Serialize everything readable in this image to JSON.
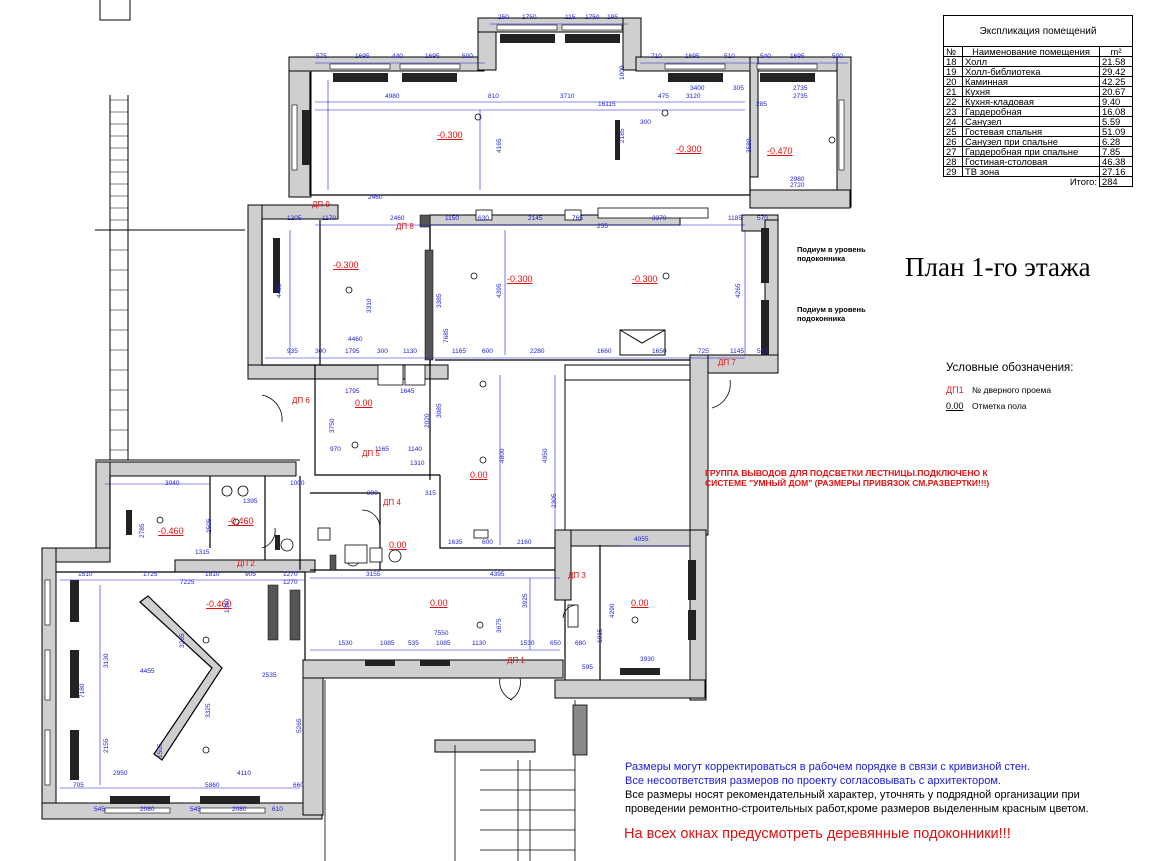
{
  "title": "План 1-го этажа",
  "explication": {
    "heading": "Экспликация помещений",
    "col_no": "№",
    "col_name": "Наименование помещения",
    "col_area": "m²",
    "rows": [
      {
        "no": "18",
        "name": "Холл",
        "area": "21.58"
      },
      {
        "no": "19",
        "name": "Холл-библиотека",
        "area": "29.42"
      },
      {
        "no": "20",
        "name": "Каминная",
        "area": "42.25"
      },
      {
        "no": "21",
        "name": "Кухня",
        "area": "20.67"
      },
      {
        "no": "22",
        "name": "Кухня-кладовая",
        "area": "9.40"
      },
      {
        "no": "23",
        "name": "Гардеробная",
        "area": "16.08"
      },
      {
        "no": "24",
        "name": "Санузел",
        "area": "5.59"
      },
      {
        "no": "25",
        "name": "Гостевая спальня",
        "area": "51.09"
      },
      {
        "no": "26",
        "name": "Санузел при спальне",
        "area": "6.28"
      },
      {
        "no": "27",
        "name": "Гардеробная при спальне",
        "area": "7.85"
      },
      {
        "no": "28",
        "name": "Гостиная-столовая",
        "area": "46.38"
      },
      {
        "no": "29",
        "name": "ТВ зона",
        "area": "27.16"
      }
    ],
    "total_label": "Итого:",
    "total_value": "284"
  },
  "legend": {
    "title": "Условные обозначения:",
    "door_key": "ДП1",
    "door_text": "№ дверного проема",
    "level_key": "0.00",
    "level_text": "Отметка пола"
  },
  "podium_note_1": "Подиум в уровень подоконника",
  "podium_note_2": "Подиум в уровень подоконника",
  "red_caption": "ГРУППА ВЫВОДОВ ДЛЯ ПОДСВЕТКИ ЛЕСТНИЦЫ.ПОДКЛЮЧЕНО К СИСТЕМЕ \"УМНЫЙ ДОМ\" (РАЗМЕРЫ ПРИВЯЗОК СМ.РАЗВЕРТКИ!!!)",
  "notes_blue": [
    "Размеры могут корректироваться в рабочем порядке в связи с кривизной стен.",
    "Все несоответствия размеров по проекту согласовывать с архитектором."
  ],
  "notes_black": [
    "Все размеры носят рекомендательный характер, уточнять у подрядной организации при",
    "проведении ремонтно-строительных работ,кроме размеров выделенным красным цветом."
  ],
  "note_red": "На всех окнах предусмотреть деревянные подоконники!!!",
  "colors": {
    "dimension": "#1a1adc",
    "level": "#e01010",
    "wall": "#c8c8c8",
    "radiator": "#222222"
  },
  "levels": [
    {
      "id": "lvl-library",
      "text": "-0.300"
    },
    {
      "id": "lvl-fireplace",
      "text": "-0.300"
    },
    {
      "id": "lvl-corner",
      "text": "-0.470"
    },
    {
      "id": "lvl-hall-left",
      "text": "-0.300"
    },
    {
      "id": "lvl-living-mid",
      "text": "-0.300"
    },
    {
      "id": "lvl-living-right",
      "text": "-0.300"
    },
    {
      "id": "lvl-vestibule",
      "text": "0.00"
    },
    {
      "id": "lvl-stair-hall",
      "text": "0.00"
    },
    {
      "id": "lvl-wardrobe-left",
      "text": "-0.460"
    },
    {
      "id": "lvl-wardrobe-small",
      "text": "-0.460"
    },
    {
      "id": "lvl-bedroom",
      "text": "-0.460"
    },
    {
      "id": "lvl-hall-bottom",
      "text": "0.00"
    },
    {
      "id": "lvl-kitchen",
      "text": "0.00"
    },
    {
      "id": "lvl-bath",
      "text": "0.00"
    }
  ],
  "doors": [
    {
      "id": "dp9",
      "text": "ДП 9"
    },
    {
      "id": "dp8",
      "text": "ДП 8"
    },
    {
      "id": "dp7",
      "text": "ДП 7"
    },
    {
      "id": "dp6",
      "text": "ДП 6"
    },
    {
      "id": "dp5",
      "text": "ДП 5"
    },
    {
      "id": "dp4",
      "text": "ДП 4"
    },
    {
      "id": "dp3",
      "text": "ДП 3"
    },
    {
      "id": "dp2",
      "text": "ДП 2"
    },
    {
      "id": "dp1",
      "text": "ДП 1"
    }
  ],
  "dims": [
    {
      "id": "d1",
      "text": "250"
    },
    {
      "id": "d2",
      "text": "1750"
    },
    {
      "id": "d3",
      "text": "115"
    },
    {
      "id": "d4",
      "text": "1750"
    },
    {
      "id": "d5",
      "text": "195"
    },
    {
      "id": "d6",
      "text": "575"
    },
    {
      "id": "d7",
      "text": "1695"
    },
    {
      "id": "d8",
      "text": "440"
    },
    {
      "id": "d9",
      "text": "1695"
    },
    {
      "id": "d10",
      "text": "500"
    },
    {
      "id": "d11",
      "text": "710"
    },
    {
      "id": "d12",
      "text": "1695"
    },
    {
      "id": "d13",
      "text": "510"
    },
    {
      "id": "d14",
      "text": "540"
    },
    {
      "id": "d15",
      "text": "1695"
    },
    {
      "id": "d16",
      "text": "500"
    },
    {
      "id": "d17",
      "text": "4980"
    },
    {
      "id": "d18",
      "text": "810"
    },
    {
      "id": "d19",
      "text": "3710"
    },
    {
      "id": "d20",
      "text": "3400"
    },
    {
      "id": "d21",
      "text": "305"
    },
    {
      "id": "d22",
      "text": "2735"
    },
    {
      "id": "d23",
      "text": "16115"
    },
    {
      "id": "d24",
      "text": "475"
    },
    {
      "id": "d25",
      "text": "3120"
    },
    {
      "id": "d26",
      "text": "2735"
    },
    {
      "id": "d27",
      "text": "285"
    },
    {
      "id": "d28",
      "text": "4165"
    },
    {
      "id": "d29",
      "text": "2185"
    },
    {
      "id": "d30",
      "text": "300"
    },
    {
      "id": "d31",
      "text": "3580"
    },
    {
      "id": "d32",
      "text": "1000"
    },
    {
      "id": "d33",
      "text": "2980"
    },
    {
      "id": "d34",
      "text": "2720"
    },
    {
      "id": "d35",
      "text": "2460"
    },
    {
      "id": "d36",
      "text": "1205"
    },
    {
      "id": "d37",
      "text": "1170"
    },
    {
      "id": "d38",
      "text": "2460"
    },
    {
      "id": "d39",
      "text": "1150"
    },
    {
      "id": "d40",
      "text": "630"
    },
    {
      "id": "d41",
      "text": "2145"
    },
    {
      "id": "d42",
      "text": "765"
    },
    {
      "id": "d43",
      "text": "3370"
    },
    {
      "id": "d44",
      "text": "1185"
    },
    {
      "id": "d45",
      "text": "570"
    },
    {
      "id": "d46",
      "text": "255"
    },
    {
      "id": "d47",
      "text": "4485"
    },
    {
      "id": "d48",
      "text": "3310"
    },
    {
      "id": "d49",
      "text": "3385"
    },
    {
      "id": "d50",
      "text": "4395"
    },
    {
      "id": "d51",
      "text": "7685"
    },
    {
      "id": "d52",
      "text": "4265"
    },
    {
      "id": "d53",
      "text": "4460"
    },
    {
      "id": "d54",
      "text": "935"
    },
    {
      "id": "d55",
      "text": "300"
    },
    {
      "id": "d56",
      "text": "1795"
    },
    {
      "id": "d57",
      "text": "300"
    },
    {
      "id": "d58",
      "text": "1130"
    },
    {
      "id": "d59",
      "text": "1165"
    },
    {
      "id": "d60",
      "text": "600"
    },
    {
      "id": "d61",
      "text": "2280"
    },
    {
      "id": "d62",
      "text": "1660"
    },
    {
      "id": "d63",
      "text": "1650"
    },
    {
      "id": "d64",
      "text": "725"
    },
    {
      "id": "d65",
      "text": "1145"
    },
    {
      "id": "d66",
      "text": "565"
    },
    {
      "id": "d67",
      "text": "1795"
    },
    {
      "id": "d68",
      "text": "1645"
    },
    {
      "id": "d69",
      "text": "3085"
    },
    {
      "id": "d70",
      "text": "2020"
    },
    {
      "id": "d71",
      "text": "3750"
    },
    {
      "id": "d72",
      "text": "970"
    },
    {
      "id": "d73",
      "text": "1165"
    },
    {
      "id": "d74",
      "text": "1140"
    },
    {
      "id": "d75",
      "text": "1310"
    },
    {
      "id": "d76",
      "text": "4800"
    },
    {
      "id": "d77",
      "text": "4950"
    },
    {
      "id": "d78",
      "text": "2305"
    },
    {
      "id": "d79",
      "text": "3040"
    },
    {
      "id": "d80",
      "text": "1395"
    },
    {
      "id": "d81",
      "text": "1000"
    },
    {
      "id": "d82",
      "text": "2785"
    },
    {
      "id": "d83",
      "text": "2505"
    },
    {
      "id": "d84",
      "text": "1315"
    },
    {
      "id": "d85",
      "text": "890"
    },
    {
      "id": "d86",
      "text": "315"
    },
    {
      "id": "d87",
      "text": "1635"
    },
    {
      "id": "d88",
      "text": "600"
    },
    {
      "id": "d89",
      "text": "2160"
    },
    {
      "id": "d90",
      "text": "4055"
    },
    {
      "id": "d91",
      "text": "1510"
    },
    {
      "id": "d92",
      "text": "1725"
    },
    {
      "id": "d93",
      "text": "1810"
    },
    {
      "id": "d94",
      "text": "905"
    },
    {
      "id": "d95",
      "text": "1270"
    },
    {
      "id": "d96",
      "text": "7225"
    },
    {
      "id": "d97",
      "text": "1270"
    },
    {
      "id": "d98",
      "text": "3155"
    },
    {
      "id": "d99",
      "text": "4395"
    },
    {
      "id": "d100",
      "text": "3925"
    },
    {
      "id": "d101",
      "text": "3675"
    },
    {
      "id": "d102",
      "text": "1815"
    },
    {
      "id": "d103",
      "text": "4290"
    },
    {
      "id": "d104",
      "text": "3265"
    },
    {
      "id": "d105",
      "text": "3130"
    },
    {
      "id": "d106",
      "text": "4455"
    },
    {
      "id": "d107",
      "text": "2535"
    },
    {
      "id": "d108",
      "text": "7180"
    },
    {
      "id": "d109",
      "text": "3325"
    },
    {
      "id": "d110",
      "text": "1505"
    },
    {
      "id": "d111",
      "text": "5265"
    },
    {
      "id": "d112",
      "text": "7550"
    },
    {
      "id": "d113",
      "text": "1530"
    },
    {
      "id": "d114",
      "text": "1085"
    },
    {
      "id": "d115",
      "text": "535"
    },
    {
      "id": "d116",
      "text": "1085"
    },
    {
      "id": "d117",
      "text": "1130"
    },
    {
      "id": "d118",
      "text": "1530"
    },
    {
      "id": "d119",
      "text": "650"
    },
    {
      "id": "d120",
      "text": "680"
    },
    {
      "id": "d121",
      "text": "3930"
    },
    {
      "id": "d122",
      "text": "595"
    },
    {
      "id": "d123",
      "text": "2950"
    },
    {
      "id": "d124",
      "text": "4110"
    },
    {
      "id": "d125",
      "text": "705"
    },
    {
      "id": "d126",
      "text": "5860"
    },
    {
      "id": "d127",
      "text": "660"
    },
    {
      "id": "d128",
      "text": "545"
    },
    {
      "id": "d129",
      "text": "2080"
    },
    {
      "id": "d130",
      "text": "545"
    },
    {
      "id": "d131",
      "text": "2080"
    },
    {
      "id": "d132",
      "text": "610"
    },
    {
      "id": "d133",
      "text": "2155"
    },
    {
      "id": "d134",
      "text": "1860"
    }
  ]
}
